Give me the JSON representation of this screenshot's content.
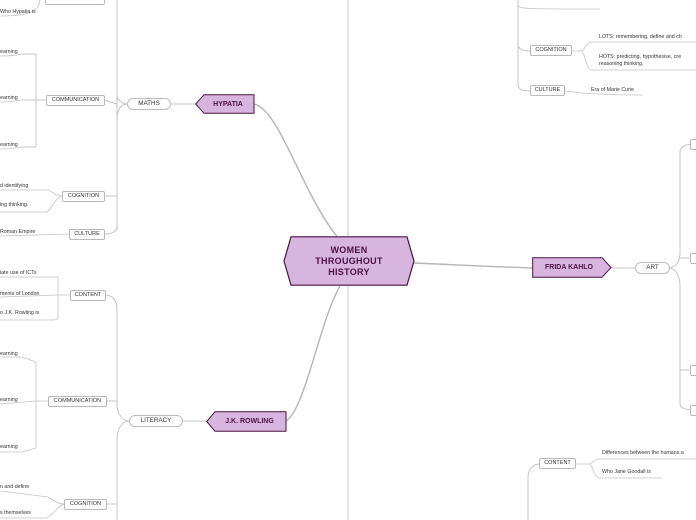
{
  "central": {
    "label": "WOMEN THROUGHOUT HISTORY"
  },
  "women": {
    "hypatia": {
      "label": "HYPATIA"
    },
    "rowling": {
      "label": "J.K. ROWLING"
    },
    "kahlo": {
      "label": "FRIDA KAHLO"
    }
  },
  "subjects": {
    "maths": "MATHS",
    "literacy": "LITERACY",
    "art": "ART"
  },
  "categories": {
    "communication_1": "COMMUNICATION",
    "cognition_1": "COGNITION",
    "culture_1": "CULTURE",
    "content_2": "CONTENT",
    "communication_2": "COMMUNICATION",
    "cognition_2": "COGNITION",
    "cognition_3": "COGNITION",
    "culture_3": "CULTURE",
    "content_4": "CONTENT"
  },
  "leaves": {
    "who_hypatia": "Who Hypatia is",
    "learning_1": "earning",
    "learning_2": "earning",
    "learning_3": "earning",
    "identifying": "d identifying",
    "thinking_1": "ing thinking.",
    "roman_empire": "Roman Empire",
    "icts": "iate use of ICTs",
    "london": "ments of London",
    "who_rowling": "o J.K. Rowling is",
    "learning_4": "earning",
    "learning_5": "earning",
    "learning_6": "earning",
    "define": "n and define",
    "themselves": "s themselves",
    "lots": "LOTS: remembering, define and ch",
    "hots_1": "HOTS: predicting, hypothesise, cre",
    "hots_2": "reasoning thinking.",
    "marie_curie": "Era of Marie Curie",
    "humans": "Differences between the humans a",
    "who_goodall": "Who Jane Goodall is"
  },
  "colors": {
    "hex_fill": "#d8b5df",
    "hex_stroke": "#4a1145",
    "line": "#c4c4c4"
  }
}
